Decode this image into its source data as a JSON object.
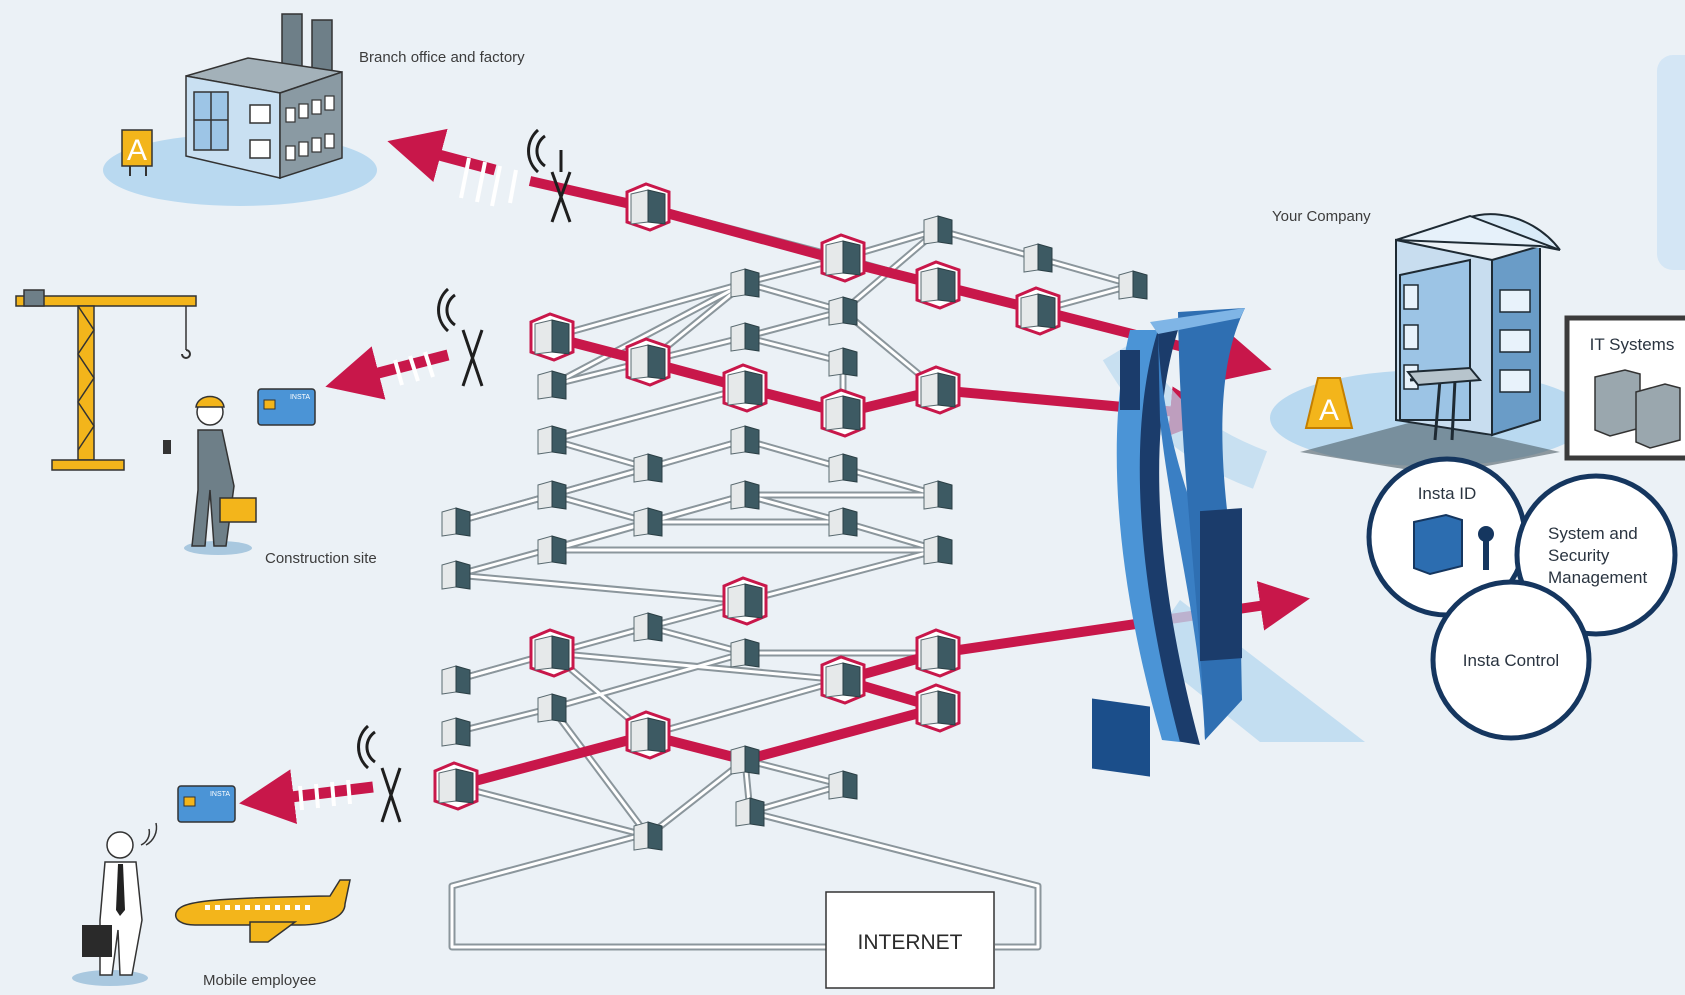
{
  "labels": {
    "branch": "Branch office and factory",
    "construction": "Construction site",
    "mobile": "Mobile employee",
    "company": "Your Company",
    "it_systems": "IT Systems",
    "insta_id": "Insta ID",
    "system_security_1": "System and",
    "system_security_2": "Security",
    "system_security_3": "Management",
    "insta_control": "Insta Control",
    "internet": "INTERNET",
    "card_brand": "INSTA",
    "sign_letter": "A"
  },
  "colors": {
    "background": "#ebf1f6",
    "arrow": "#c8174a",
    "firewall": "#3f86c8",
    "navy": "#1b3c6b",
    "node": "#3d5a63",
    "accent_yellow": "#f3b51b"
  }
}
